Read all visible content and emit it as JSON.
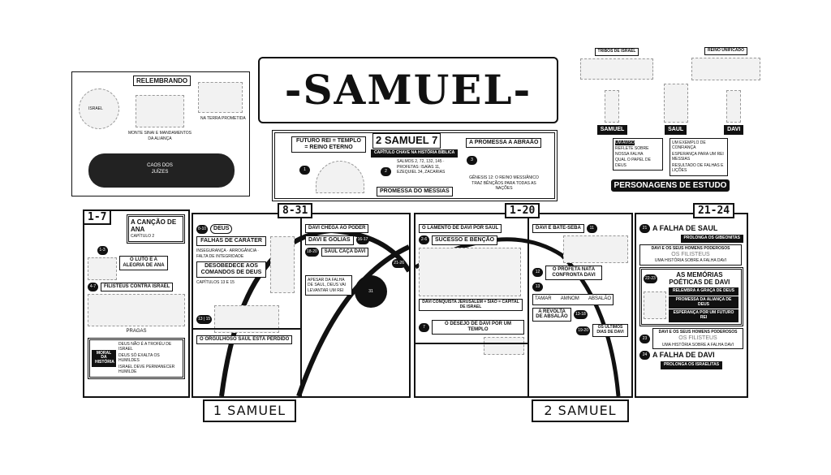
{
  "title": "-SAMUEL-",
  "recap": {
    "title": "RELEMBRANDO",
    "israel": "ISRAEL",
    "sinai": "MONTE SINAI E MANDAMENTOS DA ALIANÇA",
    "land": "NA TERRA PROMETIDA",
    "chaos": "CAOS DOS JUÍZES"
  },
  "key_chapter": {
    "title": "2 SAMUEL 7",
    "subtitle": "CAPÍTULO CHAVE NA HISTÓRIA BÍBLICA",
    "p1": "FUTURO REI = TEMPLO = REINO ETERNO",
    "p2": "PROMESSA DO MESSIAS",
    "p2_refs": "SALMOS 2, 72, 132, 145 · PROFETAS: ISAÍAS 11, EZEQUIEL 34, ZACARIAS",
    "p3": "A PROMESSA A ABRAÃO",
    "p3_note": "GÊNESIS 12: O REINO MESSIÂNICO TRAZ BÊNÇÃOS PARA TODAS AS NAÇÕES",
    "n1": "1",
    "n2": "2",
    "n3": "3"
  },
  "characters": {
    "tribes": "TRIBOS DE ISRAEL",
    "kingdom": "REINO UNIFICADO",
    "samuel": "SAMUEL",
    "saul": "SAUL",
    "davi": "DAVI",
    "saul_notes": [
      "UM AVISO",
      "REFLETE SOBRE NOSSA FALHA",
      "QUAL O PAPEL DE DEUS"
    ],
    "davi_notes": [
      "UM EXEMPLO DE CONFIANÇA",
      "ESPERANÇA PARA UM REI MESSIAS",
      "RESULTADO DE FALHAS E LIÇÕES"
    ],
    "title": "PERSONAGENS DE ESTUDO"
  },
  "s1": {
    "banner": "1 SAMUEL",
    "r1": "1-7",
    "r2": "8-31",
    "ana_song": "A CANÇÃO DE ANA",
    "ana_ch": "CAPÍTULO 2",
    "ana_badge": "1-3",
    "ana_grief": "O LUTO E A ALEGRIA DE ANA",
    "philistines": "FILISTEUS CONTRA ISRAEL",
    "phil_badge": "4-7",
    "plague": "PRAGAS",
    "moral": "MORAL DA HISTÓRIA",
    "moral_notes": [
      "DEUS NÃO É A TROFÉU DE ISRAEL",
      "DEUS SÓ EXALTA OS HUMILDES",
      "ISRAEL DEVE PERMANECER HUMILDE"
    ],
    "b810": "8-10",
    "deus": "DEUS",
    "flaws": "FALHAS DE CARÁTER",
    "flaw_items": "INSEGURANÇA · ARROGÂNCIA · FALTA DE INTEGRIDADE",
    "disobey": "DESOBEDECE AOS COMANDOS DE DEUS",
    "disobey_ch": "CAPÍTULOS 13 E 15",
    "b1315": "13 | 15",
    "proud": "O ORGULHOSO SAUL ESTÁ PERDIDO",
    "davi_power": "DAVI CHEGA AO PODER",
    "davi_goliath": "DAVI E GOLIAS",
    "b1617": "16-17",
    "saul_hunt": "SAUL CAÇA DAVI",
    "b1820": "18-20",
    "b2126": "21-26",
    "end_note": "APESAR DA FALHA DE SAUL, DEUS VAI LEVANTAR UM REI",
    "b31": "31"
  },
  "s2": {
    "banner": "2 SAMUEL",
    "r1": "1-20",
    "r2": "21-24",
    "lament": "O LAMENTO DE DAVI POR SAUL",
    "success": "SUCESSO E BENÇÃO",
    "b26": "2-6",
    "jerusalem": "DAVI CONQUISTA JERUSALÉM = SIÃO = CAPITAL DE ISRAEL",
    "temple": "O DESEJO DE DAVI POR UM TEMPLO",
    "b7": "7",
    "bathsheba": "DAVI E BATE-SEBA",
    "b11": "11",
    "nathan": "O PROFETA NATÃ CONFRONTA DAVI",
    "b12": "12",
    "b13": "13",
    "tamar": "TAMAR",
    "amnom": "AMNOM",
    "absalao": "ABSALÃO",
    "revolt": "A REVOLTA DE ABSALÃO",
    "b1318": "13-18",
    "last": "OS ÚLTIMOS DIAS DE DAVI",
    "b1920": "19-20",
    "saul_fail": "A FALHA DE SAUL",
    "saul_fail_sub": "PROLONGA OS GIBEONITAS",
    "b21": "21",
    "mighty": "DAVI E OS SEUS HOMENS PODEROSOS",
    "philistines": "OS FILISTEUS",
    "mighty_sub": "UMA HISTÓRIA SOBRE A FALHA DAVI",
    "poetic": "AS MEMÓRIAS POÉTICAS DE DAVI",
    "b2223": "22-23",
    "poetic_items": [
      "RELEMBRA A GRAÇA DE DEUS",
      "PROMESSA DA ALIANÇA DE DEUS",
      "ESPERANÇA POR UM FUTURO REI"
    ],
    "b23": "23",
    "davi_fail": "A FALHA DE DAVI",
    "davi_fail_sub": "PROLONGA OS ISRAELITAS",
    "b24": "24"
  }
}
